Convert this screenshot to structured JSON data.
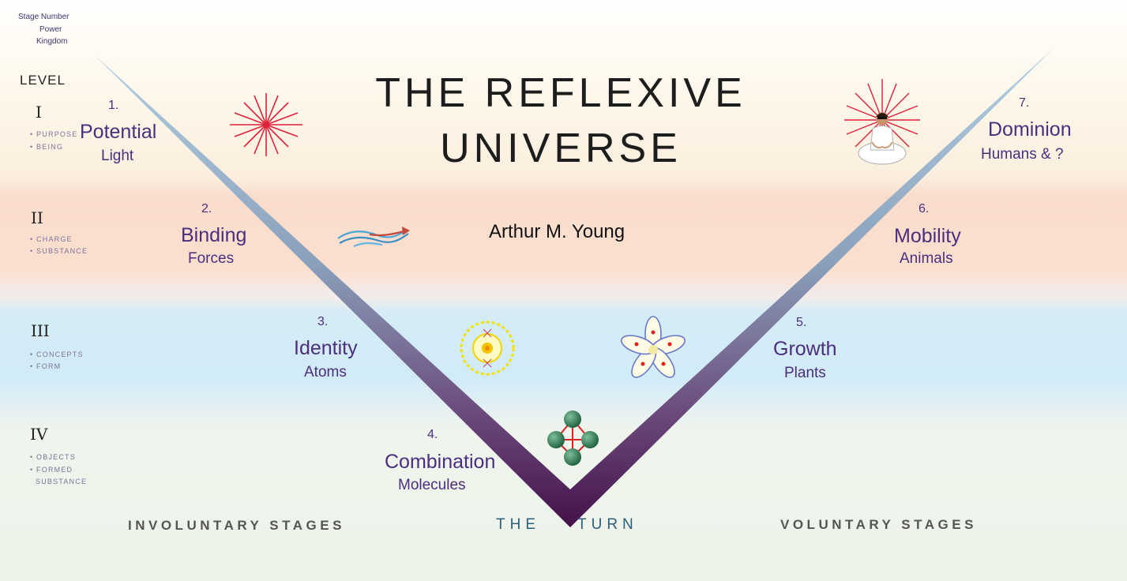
{
  "legend": {
    "line1": "Stage Number",
    "line2": "Power",
    "line3": "Kingdom"
  },
  "level_header": "LEVEL",
  "levels": [
    {
      "roman": "I",
      "desc": [
        "• PURPOSE",
        "• BEING"
      ]
    },
    {
      "roman": "II",
      "desc": [
        "• CHARGE",
        "• SUBSTANCE"
      ]
    },
    {
      "roman": "III",
      "desc": [
        "• CONCEPTS",
        "• FORM"
      ]
    },
    {
      "roman": "IV",
      "desc": [
        "• OBJECTS",
        "• FORMED",
        "SUBSTANCE"
      ]
    }
  ],
  "title": {
    "line1": "THE REFLEXIVE",
    "line2": "UNIVERSE"
  },
  "author": "Arthur M. Young",
  "stages": [
    {
      "number": "1.",
      "power": "Potential",
      "kingdom": "Light"
    },
    {
      "number": "2.",
      "power": "Binding",
      "kingdom": "Forces"
    },
    {
      "number": "3.",
      "power": "Identity",
      "kingdom": "Atoms"
    },
    {
      "number": "4.",
      "power": "Combination",
      "kingdom": "Molecules"
    },
    {
      "number": "5.",
      "power": "Growth",
      "kingdom": "Plants"
    },
    {
      "number": "6.",
      "power": "Mobility",
      "kingdom": "Animals"
    },
    {
      "number": "7.",
      "power": "Dominion",
      "kingdom": "Humans & ?"
    }
  ],
  "footer": {
    "involuntary": "INVOLUNTARY STAGES",
    "turn_left": "THE",
    "turn_right": "TURN",
    "voluntary": "VOLUNTARY STAGES"
  },
  "icons": [
    "light-burst-icon",
    "wave-arrow-icon",
    "atom-icon",
    "molecule-icon",
    "flower-icon",
    "meditating-human-icon"
  ],
  "colors": {
    "text_purple": "#4b2e7e",
    "v_top": "#b0cde0",
    "v_bottom": "#4a0f4a",
    "burst_red": "#e0203a"
  }
}
